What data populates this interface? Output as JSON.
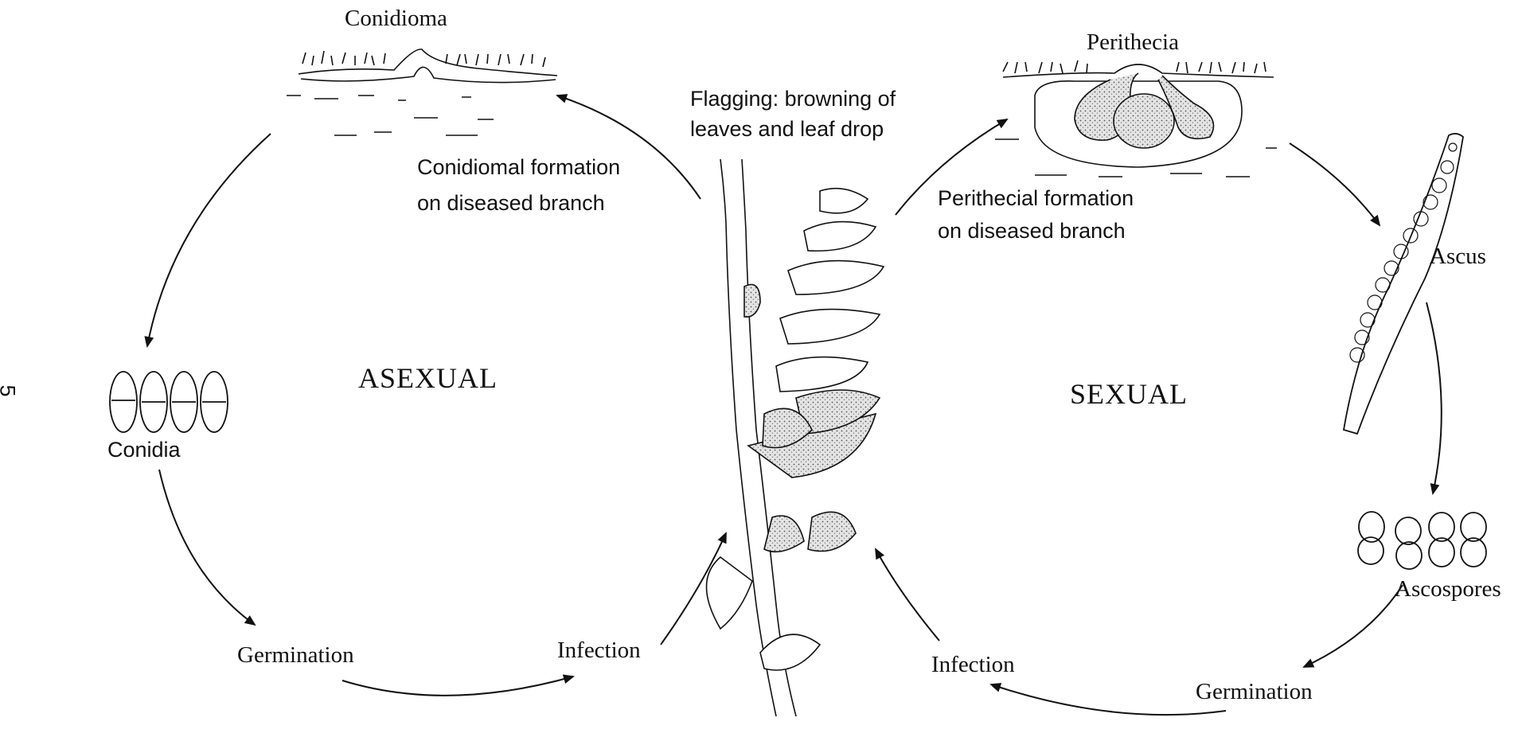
{
  "diagram": {
    "page_number": "5",
    "labels": {
      "conidioma": "Conidioma",
      "perithecia": "Perithecia",
      "flagging_line1": "Flagging: browning of",
      "flagging_line2": "leaves and leaf drop",
      "conidiomal_line1": "Conidiomal formation",
      "conidiomal_line2": "on diseased branch",
      "perithecial_line1": "Perithecial formation",
      "perithecial_line2": "on diseased branch",
      "ascus": "Ascus",
      "asexual": "ASEXUAL",
      "sexual": "SEXUAL",
      "conidia": "Conidia",
      "ascospores": "Ascospores",
      "germination_left": "Germination",
      "infection_left": "Infection",
      "infection_right": "Infection",
      "germination_right": "Germination"
    }
  }
}
